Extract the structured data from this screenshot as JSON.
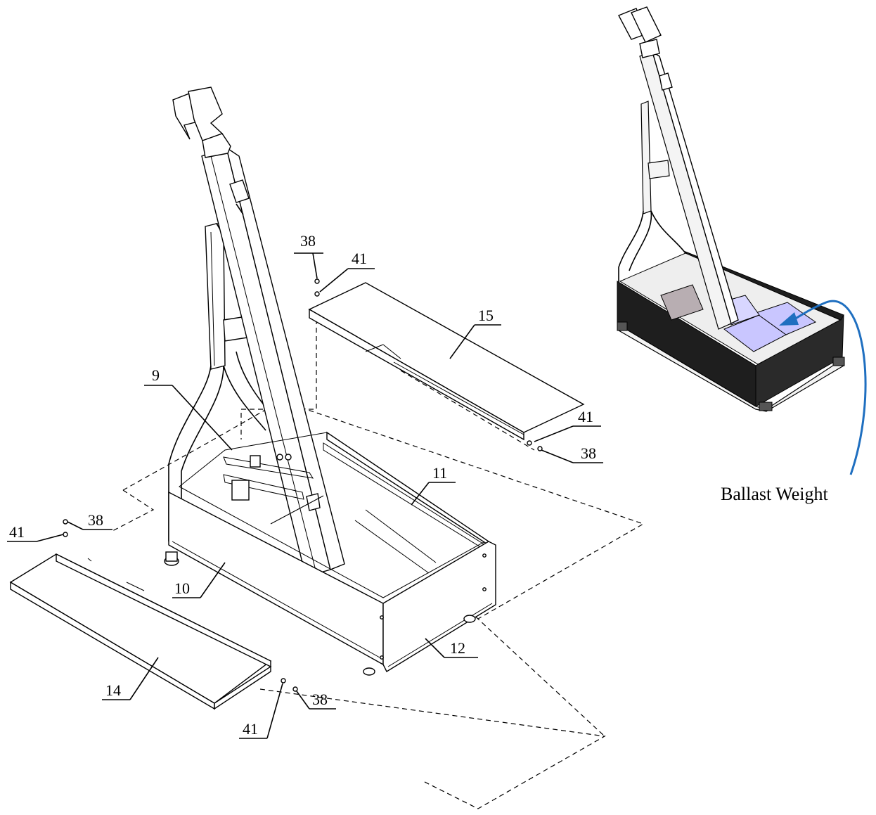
{
  "labels": {
    "p9": "9",
    "p10": "10",
    "p11": "11",
    "p12": "12",
    "p14": "14",
    "p15": "15",
    "p38_top": "38",
    "p41_top": "41",
    "p41_right": "41",
    "p38_right": "38",
    "p41_left": "41",
    "p38_left": "38",
    "p38_bottom": "38",
    "p41_bottom": "41"
  },
  "callout": {
    "text": "Ballast Weight",
    "arrow_color": "#1f6fc0"
  },
  "colors": {
    "line": "#000000",
    "ballast_fill": "#c9c6ff",
    "box_dark": "#1e1e1e",
    "grey_block": "#b8aeb2"
  }
}
